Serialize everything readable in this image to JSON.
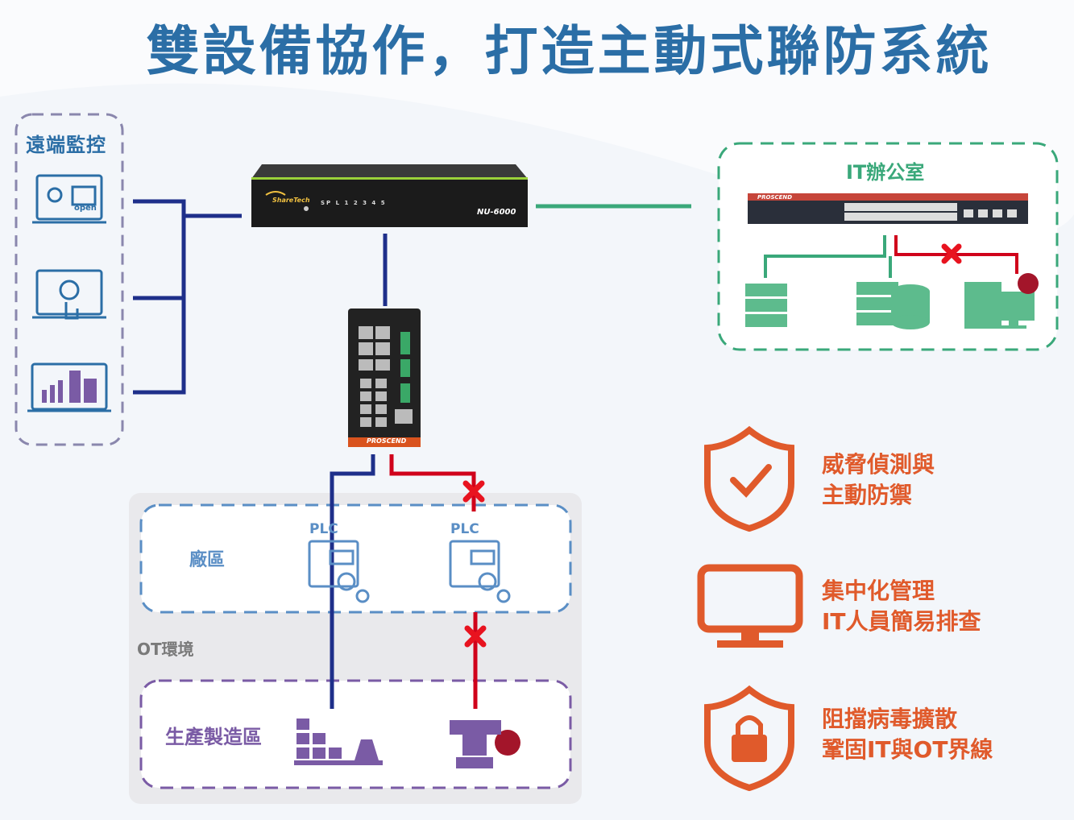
{
  "title": "雙設備協作，打造主動式聯防系統",
  "remote": {
    "title": "遠端監控",
    "icon_open": "open"
  },
  "it_office": {
    "title": "IT辦公室",
    "switch_brand": "PROSCEND"
  },
  "firewall": {
    "model": "NU-6000",
    "brand": "ShareTech",
    "ports": "SP L 1 2 3 4 5"
  },
  "industrial_switch": {
    "brand": "PROSCEND"
  },
  "factory": {
    "title": "廠區",
    "plc_label": "PLC"
  },
  "ot_env": {
    "title": "OT環境"
  },
  "production": {
    "title": "生產製造區"
  },
  "features": [
    {
      "icon": "shield-check-icon",
      "line1": "威脅偵測與",
      "line2": "主動防禦"
    },
    {
      "icon": "monitor-icon",
      "line1": "集中化管理",
      "line2": "IT人員簡易排查"
    },
    {
      "icon": "shield-lock-icon",
      "line1": "阻擋病毒擴散",
      "line2": "鞏固IT與OT界線"
    }
  ],
  "colors": {
    "title": "#2b6ea6",
    "navy_line": "#1e2f8a",
    "green_line": "#3aa87a",
    "red_line": "#d0021b",
    "orange": "#e05a2b",
    "purple": "#7a5ba5",
    "light_blue": "#5a8ec5"
  }
}
